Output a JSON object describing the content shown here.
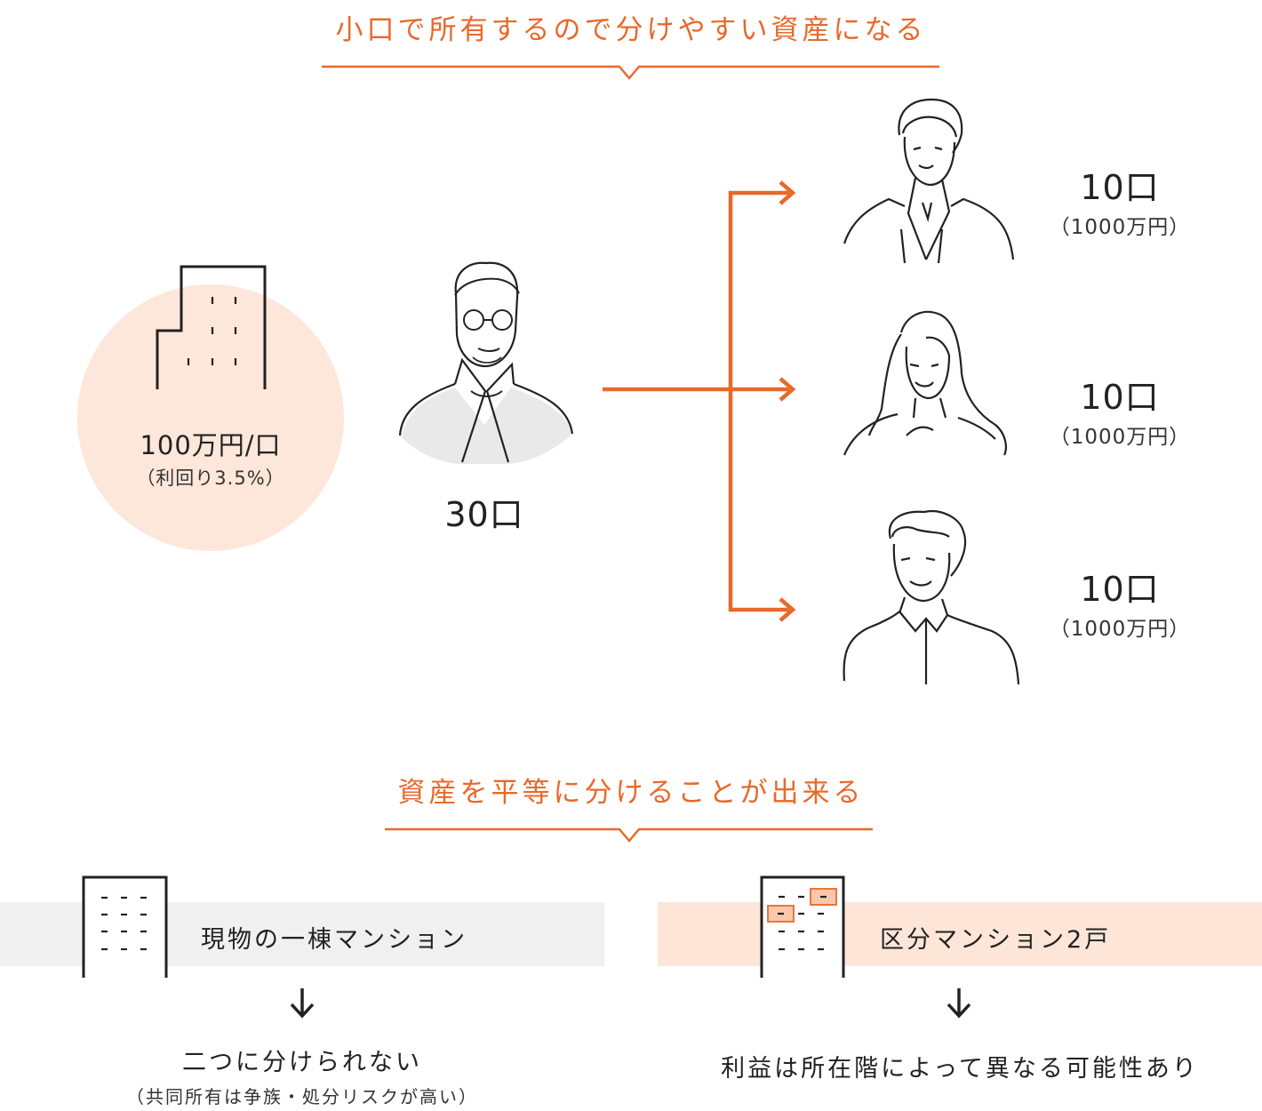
{
  "section1": {
    "heading": "小口で所有するので分けやすい資産になる",
    "building": {
      "price": "100万円/口",
      "yield": "（利回り3.5%）"
    },
    "owner": {
      "units": "30口"
    },
    "heirs": [
      {
        "units": "10口",
        "value": "（1000万円）"
      },
      {
        "units": "10口",
        "value": "（1000万円）"
      },
      {
        "units": "10口",
        "value": "（1000万円）"
      }
    ]
  },
  "section2": {
    "heading": "資産を平等に分けることが出来る",
    "left": {
      "title": "現物の一棟マンション",
      "result": "二つに分けられない",
      "note": "（共同所有は争族・処分リスクが高い）"
    },
    "right": {
      "title": "区分マンション2戸",
      "result": "利益は所在階によって異なる可能性あり"
    }
  },
  "colors": {
    "accent": "#e8692a",
    "circle_fill": "#fde7da",
    "gray_band": "#f0f0f0",
    "peach_band": "#fde6d8"
  }
}
